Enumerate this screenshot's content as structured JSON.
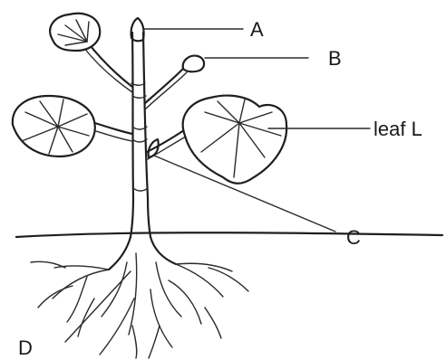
{
  "diagram": {
    "labels": {
      "a": "A",
      "b": "B",
      "c": "C",
      "d": "D",
      "leaf_l": "leaf L"
    }
  }
}
